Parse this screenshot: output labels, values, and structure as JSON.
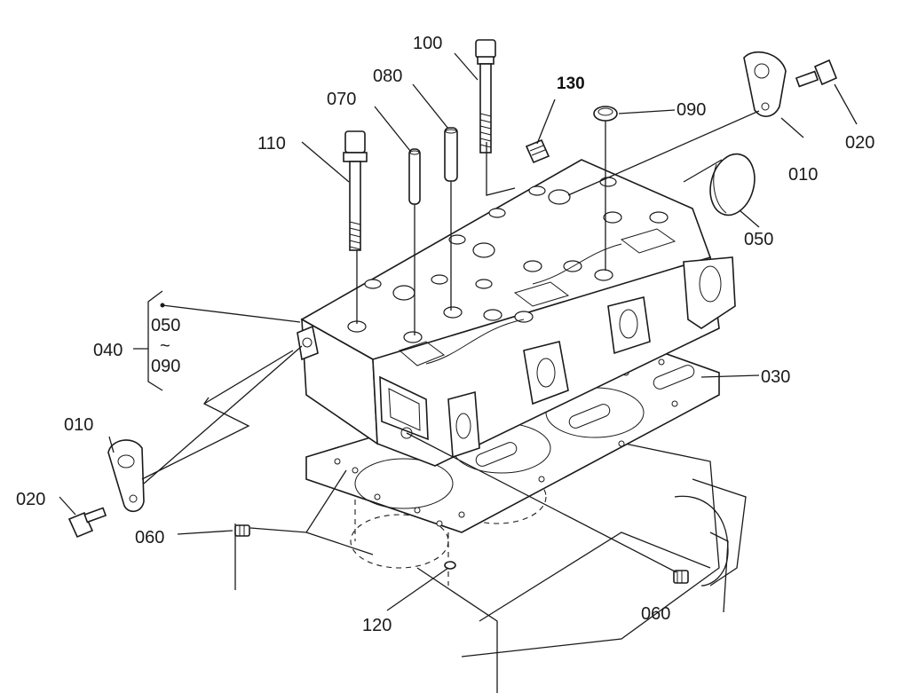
{
  "labels": {
    "p100": "100",
    "p080": "080",
    "p130": "130",
    "p070": "070",
    "p090_top": "090",
    "p110": "110",
    "p010_right": "010",
    "p020_right": "020",
    "p050_right": "050",
    "p040": "040",
    "p040_from": "050",
    "p040_to": "090",
    "p040_tilde": "~",
    "p030": "030",
    "p010_left": "010",
    "p020_left": "020",
    "p060_left": "060",
    "p060_right": "060",
    "p120": "120"
  }
}
